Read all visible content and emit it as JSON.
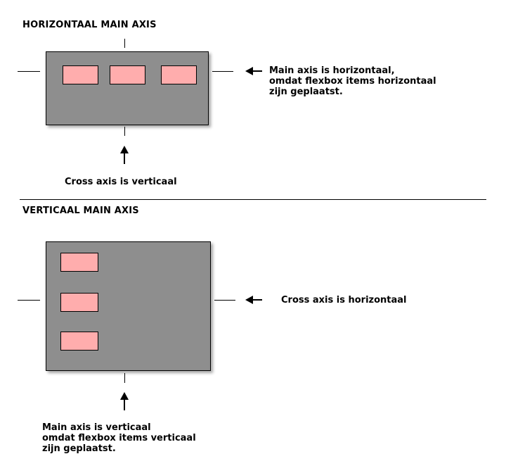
{
  "colors": {
    "container_fill": "#8e8e8e",
    "item_fill": "#ffadad",
    "line": "#000000"
  },
  "horizontal_section": {
    "title": "HORIZONTAAL MAIN AXIS",
    "main_axis_note": "Main axis is horizontaal,\nomdat flexbox items horizontaal\nzijn geplaatst.",
    "cross_axis_note": "Cross axis is verticaal",
    "item_count": 3
  },
  "vertical_section": {
    "title": "VERTICAAL MAIN AXIS",
    "cross_axis_note": "Cross axis is horizontaal",
    "main_axis_note": "Main axis is verticaal\nomdat flexbox items verticaal\nzijn geplaatst.",
    "item_count": 3
  }
}
